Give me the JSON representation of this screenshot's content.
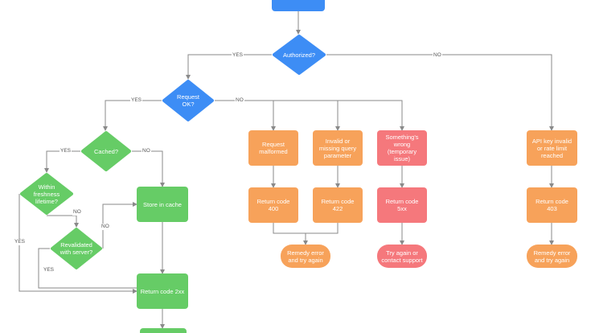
{
  "colors": {
    "blue": "#3d8df5",
    "green": "#66cc66",
    "orange": "#f7a25a",
    "red": "#f5787c",
    "line": "#8a8a8a"
  },
  "nodes": {
    "top": {
      "label": "",
      "color": "blue"
    },
    "authorized": {
      "label": "Authorized?",
      "color": "blue"
    },
    "request_ok": {
      "label": "Request OK?",
      "color": "blue"
    },
    "cached": {
      "label": "Cached?",
      "color": "green"
    },
    "within_freshness": {
      "label": "Within freshness lifetime?",
      "color": "green"
    },
    "revalidated": {
      "label": "Revalidated with server?",
      "color": "green"
    },
    "store_in_cache": {
      "label": "Store in cache",
      "color": "green"
    },
    "return_2xx": {
      "label": "Return code 2xx",
      "color": "green"
    },
    "bottom_green": {
      "label": "",
      "color": "green"
    },
    "request_malformed": {
      "label": "Request malformed",
      "color": "orange"
    },
    "invalid_query": {
      "label": "Invalid or missing query parameter",
      "color": "orange"
    },
    "something_wrong": {
      "label": "Something's wrong (temporary issue)",
      "color": "red"
    },
    "api_key_invalid": {
      "label": "API key invalid or rate limit reached",
      "color": "orange"
    },
    "return_400": {
      "label": "Return code 400",
      "color": "orange"
    },
    "return_422": {
      "label": "Return code 422",
      "color": "orange"
    },
    "return_5xx": {
      "label": "Return code 5xx",
      "color": "red"
    },
    "return_403": {
      "label": "Return code 403",
      "color": "orange"
    },
    "remedy_1": {
      "label": "Remedy error and try again",
      "color": "orange"
    },
    "try_again_support": {
      "label": "Try again or contact support",
      "color": "red"
    },
    "remedy_2": {
      "label": "Remedy error and try again",
      "color": "orange"
    }
  },
  "edge_labels": {
    "auth_yes": "YES",
    "auth_no": "NO",
    "req_yes": "YES",
    "req_no": "NO",
    "cached_yes": "YES",
    "cached_no": "NO",
    "fresh_yes": "YES",
    "fresh_no": "NO",
    "reval_yes": "YES",
    "reval_no": "NO"
  }
}
